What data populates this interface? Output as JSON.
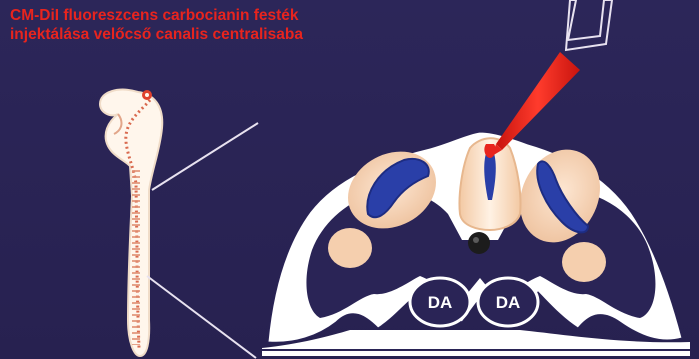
{
  "caption": {
    "line1": "CM-DiI fluoreszcens carbocianin festék",
    "line2": "injektálása velőcső canalis centralisaba"
  },
  "labels": {
    "aorta_left": "DA",
    "aorta_right": "DA"
  },
  "colors": {
    "background": "#2a2456",
    "caption": "#e8241e",
    "dye": "#e8241e",
    "cartilage": "#ffffff",
    "mesenchyme": "#f5cfae",
    "myotome": "#2a3fa8",
    "notochord": "#1c1c1c"
  }
}
